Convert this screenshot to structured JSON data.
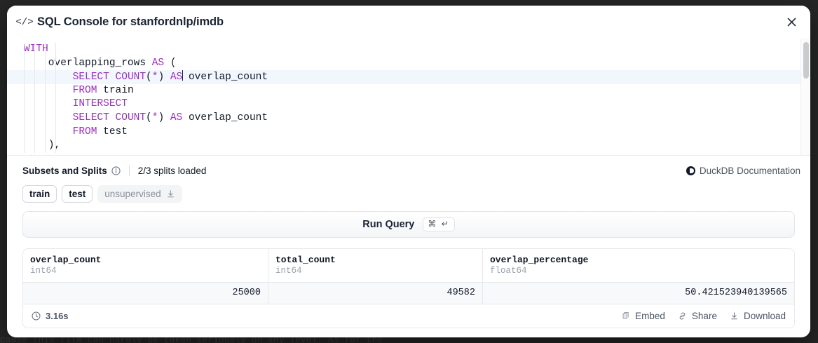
{
  "background": {
    "text": "cause this film can hardly be taken seriously on any level. As for the",
    "right_text": "· · ·"
  },
  "modal": {
    "icon": "code-icon",
    "title": "SQL Console for stanfordnlp/imdb",
    "close_icon": "close-icon"
  },
  "editor": {
    "lines": [
      [
        {
          "t": "WITH",
          "c": "kw"
        }
      ],
      [
        {
          "t": "    overlapping_rows ",
          "c": "plain"
        },
        {
          "t": "AS",
          "c": "kw"
        },
        {
          "t": " (",
          "c": "plain"
        }
      ],
      [
        {
          "t": "        ",
          "c": "plain"
        },
        {
          "t": "SELECT COUNT",
          "c": "kw"
        },
        {
          "t": "(",
          "c": "plain"
        },
        {
          "t": "*",
          "c": "kw"
        },
        {
          "t": ") ",
          "c": "plain"
        },
        {
          "t": "AS",
          "c": "kw"
        },
        {
          "t": "|CURSOR|",
          "c": "cursor"
        },
        {
          "t": " overlap_count",
          "c": "plain"
        }
      ],
      [
        {
          "t": "        ",
          "c": "plain"
        },
        {
          "t": "FROM",
          "c": "kw"
        },
        {
          "t": " train",
          "c": "plain"
        }
      ],
      [
        {
          "t": "        ",
          "c": "plain"
        },
        {
          "t": "INTERSECT",
          "c": "kw"
        }
      ],
      [
        {
          "t": "        ",
          "c": "plain"
        },
        {
          "t": "SELECT COUNT",
          "c": "kw"
        },
        {
          "t": "(",
          "c": "plain"
        },
        {
          "t": "*",
          "c": "kw"
        },
        {
          "t": ") ",
          "c": "plain"
        },
        {
          "t": "AS",
          "c": "kw"
        },
        {
          "t": " overlap_count",
          "c": "plain"
        }
      ],
      [
        {
          "t": "        ",
          "c": "plain"
        },
        {
          "t": "FROM",
          "c": "kw"
        },
        {
          "t": " test",
          "c": "plain"
        }
      ],
      [
        {
          "t": "    ),",
          "c": "plain"
        }
      ]
    ],
    "active_line_index": 2,
    "keyword_color": "#9b30c0",
    "active_line_color": "#f2f7fd"
  },
  "subsets": {
    "title": "Subsets and Splits",
    "info_icon": "info-icon",
    "splits_loaded": "2/3 splits loaded",
    "duckdb_link": "DuckDB Documentation",
    "chips": [
      {
        "label": "train",
        "muted": false
      },
      {
        "label": "test",
        "muted": false
      },
      {
        "label": "unsupervised",
        "muted": true,
        "icon": "download-icon"
      }
    ]
  },
  "run_query": {
    "label": "Run Query",
    "shortcut": "⌘ ↵"
  },
  "results": {
    "columns": [
      {
        "name": "overlap_count",
        "type": "int64"
      },
      {
        "name": "total_count",
        "type": "int64"
      },
      {
        "name": "overlap_percentage",
        "type": "float64"
      }
    ],
    "rows": [
      [
        "25000",
        "49582",
        "50.421523940139565"
      ]
    ]
  },
  "footer": {
    "duration": "3.16s",
    "clock_icon": "clock-icon",
    "actions": [
      {
        "label": "Embed",
        "icon": "copy-icon"
      },
      {
        "label": "Share",
        "icon": "link-icon"
      },
      {
        "label": "Download",
        "icon": "download-icon"
      }
    ]
  }
}
